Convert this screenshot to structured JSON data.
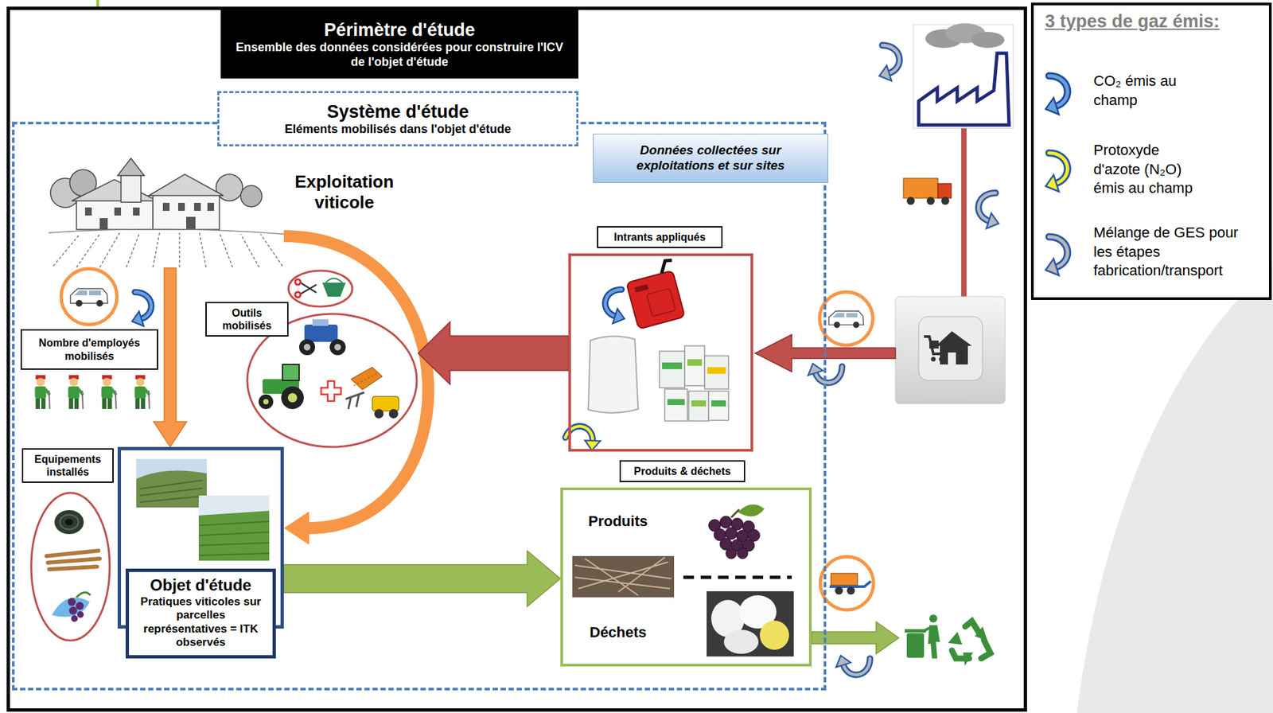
{
  "diagram": {
    "nodes": [
      {
        "text": [
          "Périmètre d'étude",
          "Ensemble des données considérées pour construire l'ICV de l'objet d'étude"
        ]
      },
      {
        "text": [
          "Système d'étude",
          "Eléments mobilisés dans l'objet d'étude"
        ],
        "in": 0
      },
      {
        "text": [
          "Données collectées sur exploitations et sur sites"
        ],
        "in": 1
      },
      {
        "text": [
          "Exploitation viticole"
        ],
        "in": 1
      },
      {
        "text": [
          "Nombre d'employés mobilisés"
        ],
        "in": 1
      },
      {
        "text": [
          "Outils mobilisés"
        ],
        "in": 1
      },
      {
        "text": [
          "Intrants appliqués"
        ],
        "in": 1
      },
      {
        "text": [
          "Equipements installés"
        ],
        "in": 1
      },
      {
        "text": [
          "Objet d'étude",
          "Pratiques viticoles sur parcelles représentatives = ITK observés"
        ],
        "in": 1
      },
      {
        "text": [
          "Produits & déchets",
          "Produits",
          "Déchets"
        ],
        "in": 1
      }
    ],
    "edges": [
      {
        "from": 3,
        "to": 8,
        "arrow": "to"
      },
      {
        "from": 3,
        "to": 8,
        "arrow": "to"
      },
      {
        "from": 6,
        "to": 5,
        "arrow": "to"
      },
      {
        "from": 8,
        "to": 9,
        "arrow": "to"
      }
    ],
    "labels": [
      "3 types de gaz émis:"
    ],
    "legend": [
      {
        "text": "CO₂ émis au champ"
      },
      {
        "text": "Protoxyde d'azote (N₂O) émis au champ"
      },
      {
        "text": "Mélange de GES pour les étapes fabrication/transport"
      }
    ]
  }
}
